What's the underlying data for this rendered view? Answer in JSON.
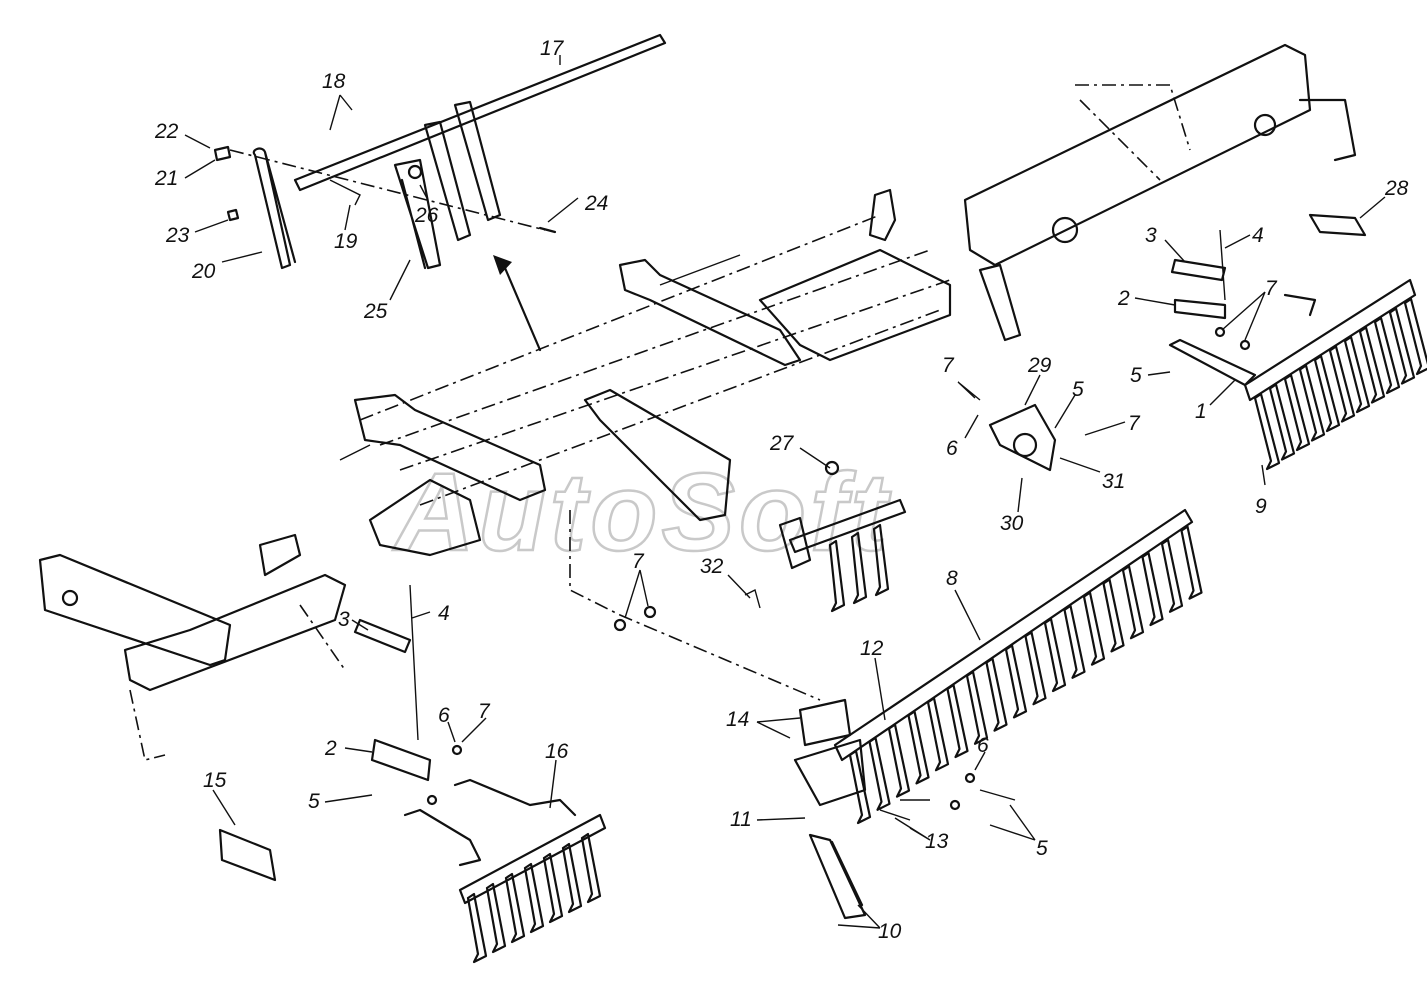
{
  "watermark": "AutoSoft",
  "callouts": [
    {
      "id": "c17",
      "text": "17"
    },
    {
      "id": "c18",
      "text": "18"
    },
    {
      "id": "c22",
      "text": "22"
    },
    {
      "id": "c21",
      "text": "21"
    },
    {
      "id": "c23",
      "text": "23"
    },
    {
      "id": "c20",
      "text": "20"
    },
    {
      "id": "c19",
      "text": "19"
    },
    {
      "id": "c26",
      "text": "26"
    },
    {
      "id": "c24",
      "text": "24"
    },
    {
      "id": "c25",
      "text": "25"
    },
    {
      "id": "c28",
      "text": "28"
    },
    {
      "id": "c3a",
      "text": "3"
    },
    {
      "id": "c4a",
      "text": "4"
    },
    {
      "id": "c2a",
      "text": "2"
    },
    {
      "id": "c7a",
      "text": "7"
    },
    {
      "id": "c5a",
      "text": "5"
    },
    {
      "id": "c1",
      "text": "1"
    },
    {
      "id": "c9",
      "text": "9"
    },
    {
      "id": "c7b",
      "text": "7"
    },
    {
      "id": "c29",
      "text": "29"
    },
    {
      "id": "c5b",
      "text": "5"
    },
    {
      "id": "c7c",
      "text": "7"
    },
    {
      "id": "c6a",
      "text": "6"
    },
    {
      "id": "c31",
      "text": "31"
    },
    {
      "id": "c27",
      "text": "27"
    },
    {
      "id": "c30",
      "text": "30"
    },
    {
      "id": "c32",
      "text": "32"
    },
    {
      "id": "c8",
      "text": "8"
    },
    {
      "id": "c7d",
      "text": "7"
    },
    {
      "id": "c3b",
      "text": "3"
    },
    {
      "id": "c4b",
      "text": "4"
    },
    {
      "id": "c6b",
      "text": "6"
    },
    {
      "id": "c7e",
      "text": "7"
    },
    {
      "id": "c16",
      "text": "16"
    },
    {
      "id": "c2b",
      "text": "2"
    },
    {
      "id": "c5c",
      "text": "5"
    },
    {
      "id": "c15",
      "text": "15"
    },
    {
      "id": "c12",
      "text": "12"
    },
    {
      "id": "c14",
      "text": "14"
    },
    {
      "id": "c6c",
      "text": "6"
    },
    {
      "id": "c11",
      "text": "11"
    },
    {
      "id": "c13",
      "text": "13"
    },
    {
      "id": "c5d",
      "text": "5"
    },
    {
      "id": "c10",
      "text": "10"
    }
  ]
}
